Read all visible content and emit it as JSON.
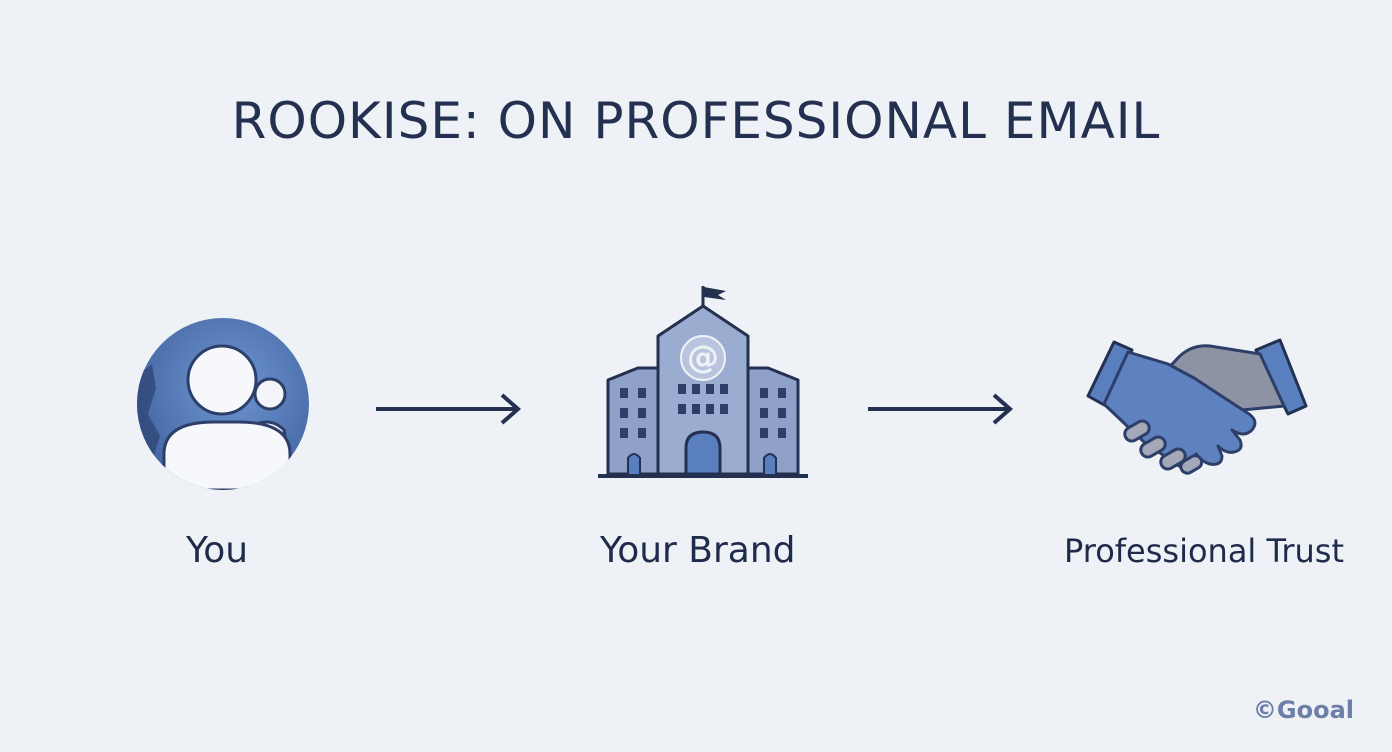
{
  "title": "ROOKISE: ON PROFESSIONAL EMAIL",
  "nodes": [
    {
      "label": "You",
      "icon": "person-avatar-icon"
    },
    {
      "label": "Your Brand",
      "icon": "building-at-icon"
    },
    {
      "label": "Professional Trust",
      "icon": "handshake-icon"
    }
  ],
  "watermark": "©Gooal",
  "colors": {
    "background": "#eef1f6",
    "navy": "#23304f",
    "blue": "#5a7fbf",
    "steel": "#8fa1c8"
  }
}
